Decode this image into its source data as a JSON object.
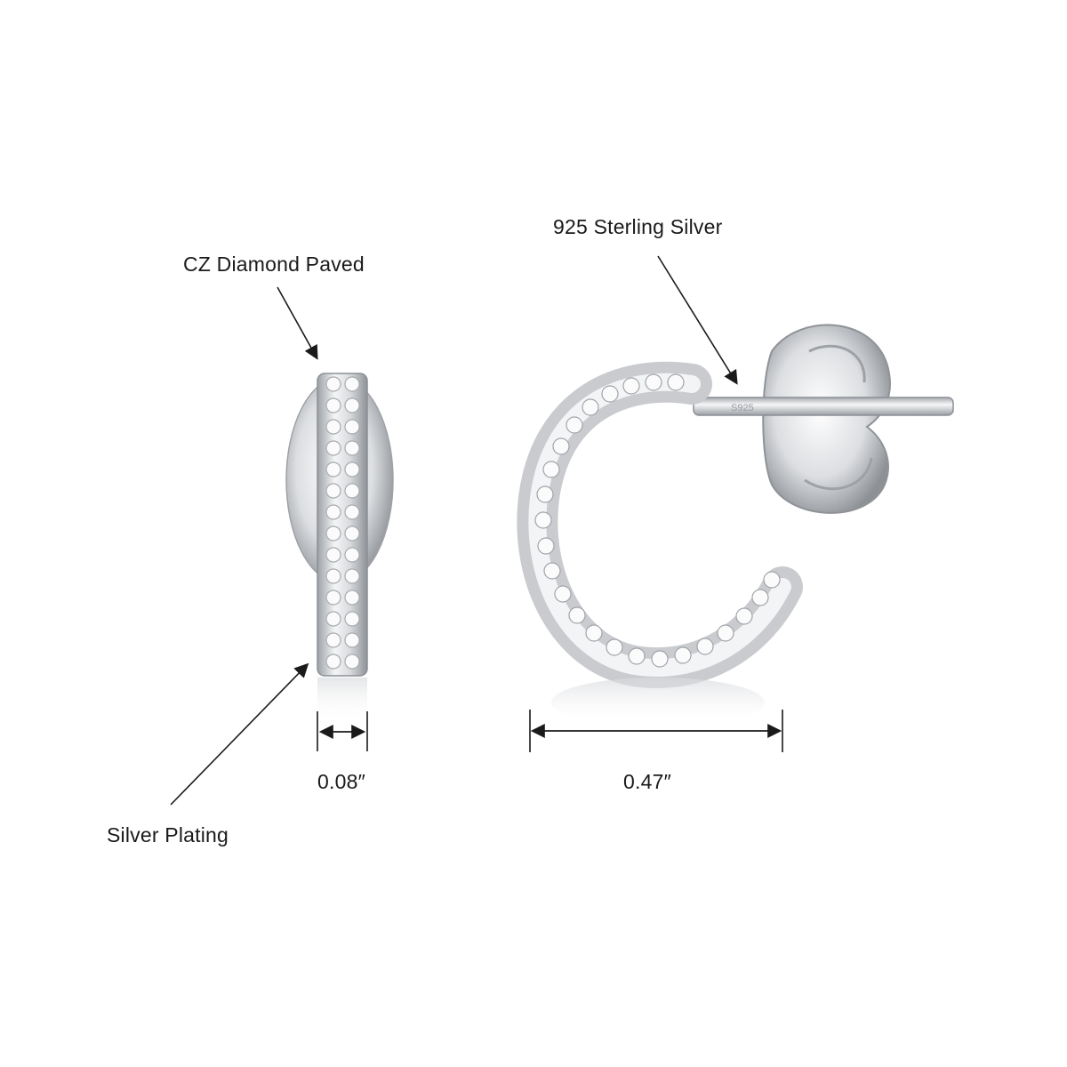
{
  "callouts": {
    "cz_diamond": "CZ Diamond Paved",
    "sterling_silver": "925 Sterling Silver",
    "silver_plating": "Silver Plating"
  },
  "dimensions": {
    "width": "0.08″",
    "diameter": "0.47″"
  },
  "stamp": "S925",
  "colors": {
    "background": "#ffffff",
    "metal": "#c9cbcf",
    "text": "#1a1a1a"
  }
}
